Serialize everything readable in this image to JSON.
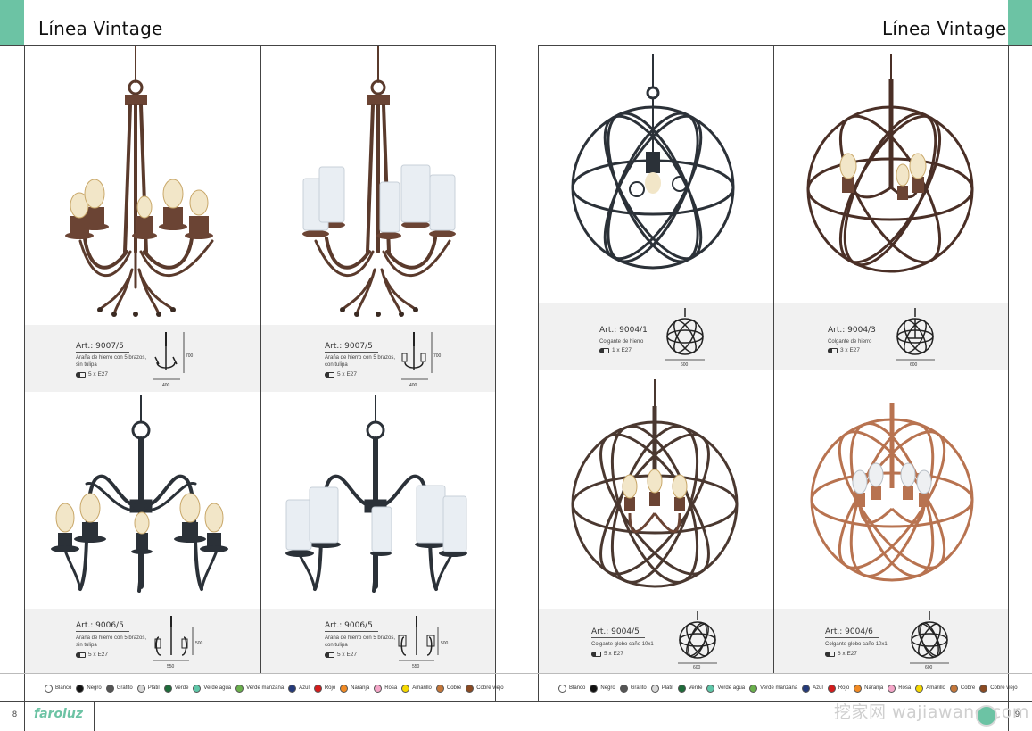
{
  "header": {
    "left_title": "Línea Vintage",
    "right_title": "Línea Vintage"
  },
  "products": [
    {
      "art": "Art.: 9007/5",
      "desc": "Araña de hierro con 5 brazos, sin tulipa",
      "bulb": "5 x E27",
      "width": "400",
      "height": "700"
    },
    {
      "art": "Art.: 9007/5",
      "desc": "Araña de hierro con 5 brazos, con tulipa",
      "bulb": "5 x E27",
      "width": "400",
      "height": "700"
    },
    {
      "art": "Art.: 9006/5",
      "desc": "Araña de hierro con 5 brazos, sin tulipa",
      "bulb": "5 x E27",
      "width": "550",
      "height": "500"
    },
    {
      "art": "Art.: 9006/5",
      "desc": "Araña de hierro con 5 brazos, con tulipa",
      "bulb": "5 x E27",
      "width": "550",
      "height": "500"
    },
    {
      "art": "Art.: 9004/1",
      "desc": "Colgante de hierro",
      "bulb": "1 x E27",
      "width": "600"
    },
    {
      "art": "Art.: 9004/3",
      "desc": "Colgante de hierro",
      "bulb": "3 x E27",
      "width": "600"
    },
    {
      "art": "Art.: 9004/5",
      "desc": "Colgante globo caño 10x1",
      "bulb": "5 x E27",
      "width": "600"
    },
    {
      "art": "Art.: 9004/6",
      "desc": "Colgante globo caño 10x1",
      "bulb": "6 x E27",
      "width": "600"
    }
  ],
  "legend": [
    {
      "label": "Blanco",
      "color": "#ffffff"
    },
    {
      "label": "Negro",
      "color": "#111111"
    },
    {
      "label": "Grafito",
      "color": "#555555"
    },
    {
      "label": "Platil",
      "color": "#d8d8d8"
    },
    {
      "label": "Verde",
      "color": "#1e6b3a"
    },
    {
      "label": "Verde agua",
      "color": "#5fc6a8"
    },
    {
      "label": "Verde manzana",
      "color": "#6ab04c"
    },
    {
      "label": "Azul",
      "color": "#243a7a"
    },
    {
      "label": "Rojo",
      "color": "#d41c1c"
    },
    {
      "label": "Naranja",
      "color": "#f08a24"
    },
    {
      "label": "Rosa",
      "color": "#f4a6c8"
    },
    {
      "label": "Amarillo",
      "color": "#f5d800"
    },
    {
      "label": "Cobre",
      "color": "#c4773a"
    },
    {
      "label": "Cobre viejo",
      "color": "#8a4a22"
    }
  ],
  "footer": {
    "page_left": "8",
    "page_right": "9",
    "brand": "faroluz",
    "watermark": "挖家网 wajiawang.com"
  }
}
